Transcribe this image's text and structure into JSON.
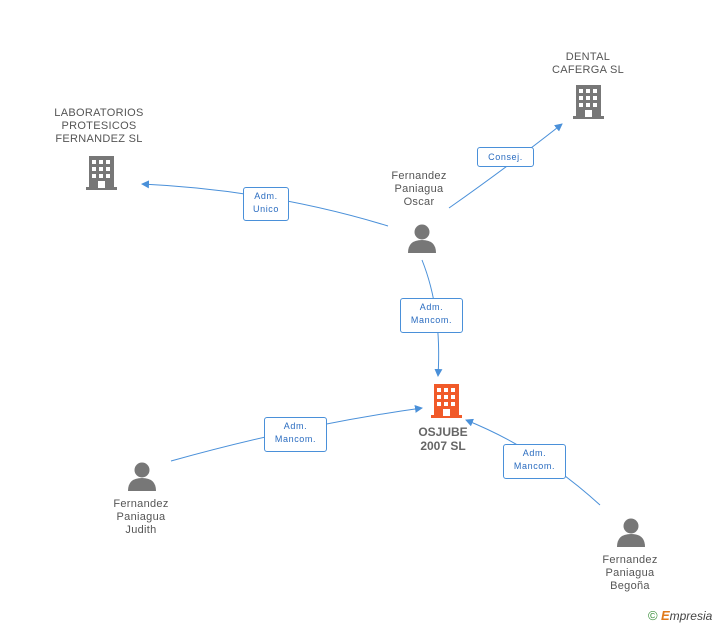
{
  "nodes": {
    "laboratorios": {
      "label": "LABORATORIOS\nPROTESICOS\nFERNANDEZ SL",
      "type": "company"
    },
    "dental": {
      "label": "DENTAL\nCAFERGA SL",
      "type": "company"
    },
    "osjube": {
      "label": "OSJUBE\n2007 SL",
      "type": "company-main"
    },
    "oscar": {
      "label": "Fernandez\nPaniagua\nOscar",
      "type": "person"
    },
    "judith": {
      "label": "Fernandez\nPaniagua\nJudith",
      "type": "person"
    },
    "begona": {
      "label": "Fernandez\nPaniagua\nBegoña",
      "type": "person"
    }
  },
  "relations": {
    "oscar_laboratorios": "Adm.\nUnico",
    "oscar_dental": "Consej.",
    "oscar_osjube": "Adm.\nMancom.",
    "judith_osjube": "Adm.\nMancom.",
    "begona_osjube": "Adm.\nMancom."
  },
  "colors": {
    "company": "#777777",
    "main_company": "#f15a29",
    "person": "#777777",
    "edge": "#4a90d9"
  },
  "brand": {
    "copyright": "©",
    "initial": "E",
    "name": "mpresia"
  }
}
